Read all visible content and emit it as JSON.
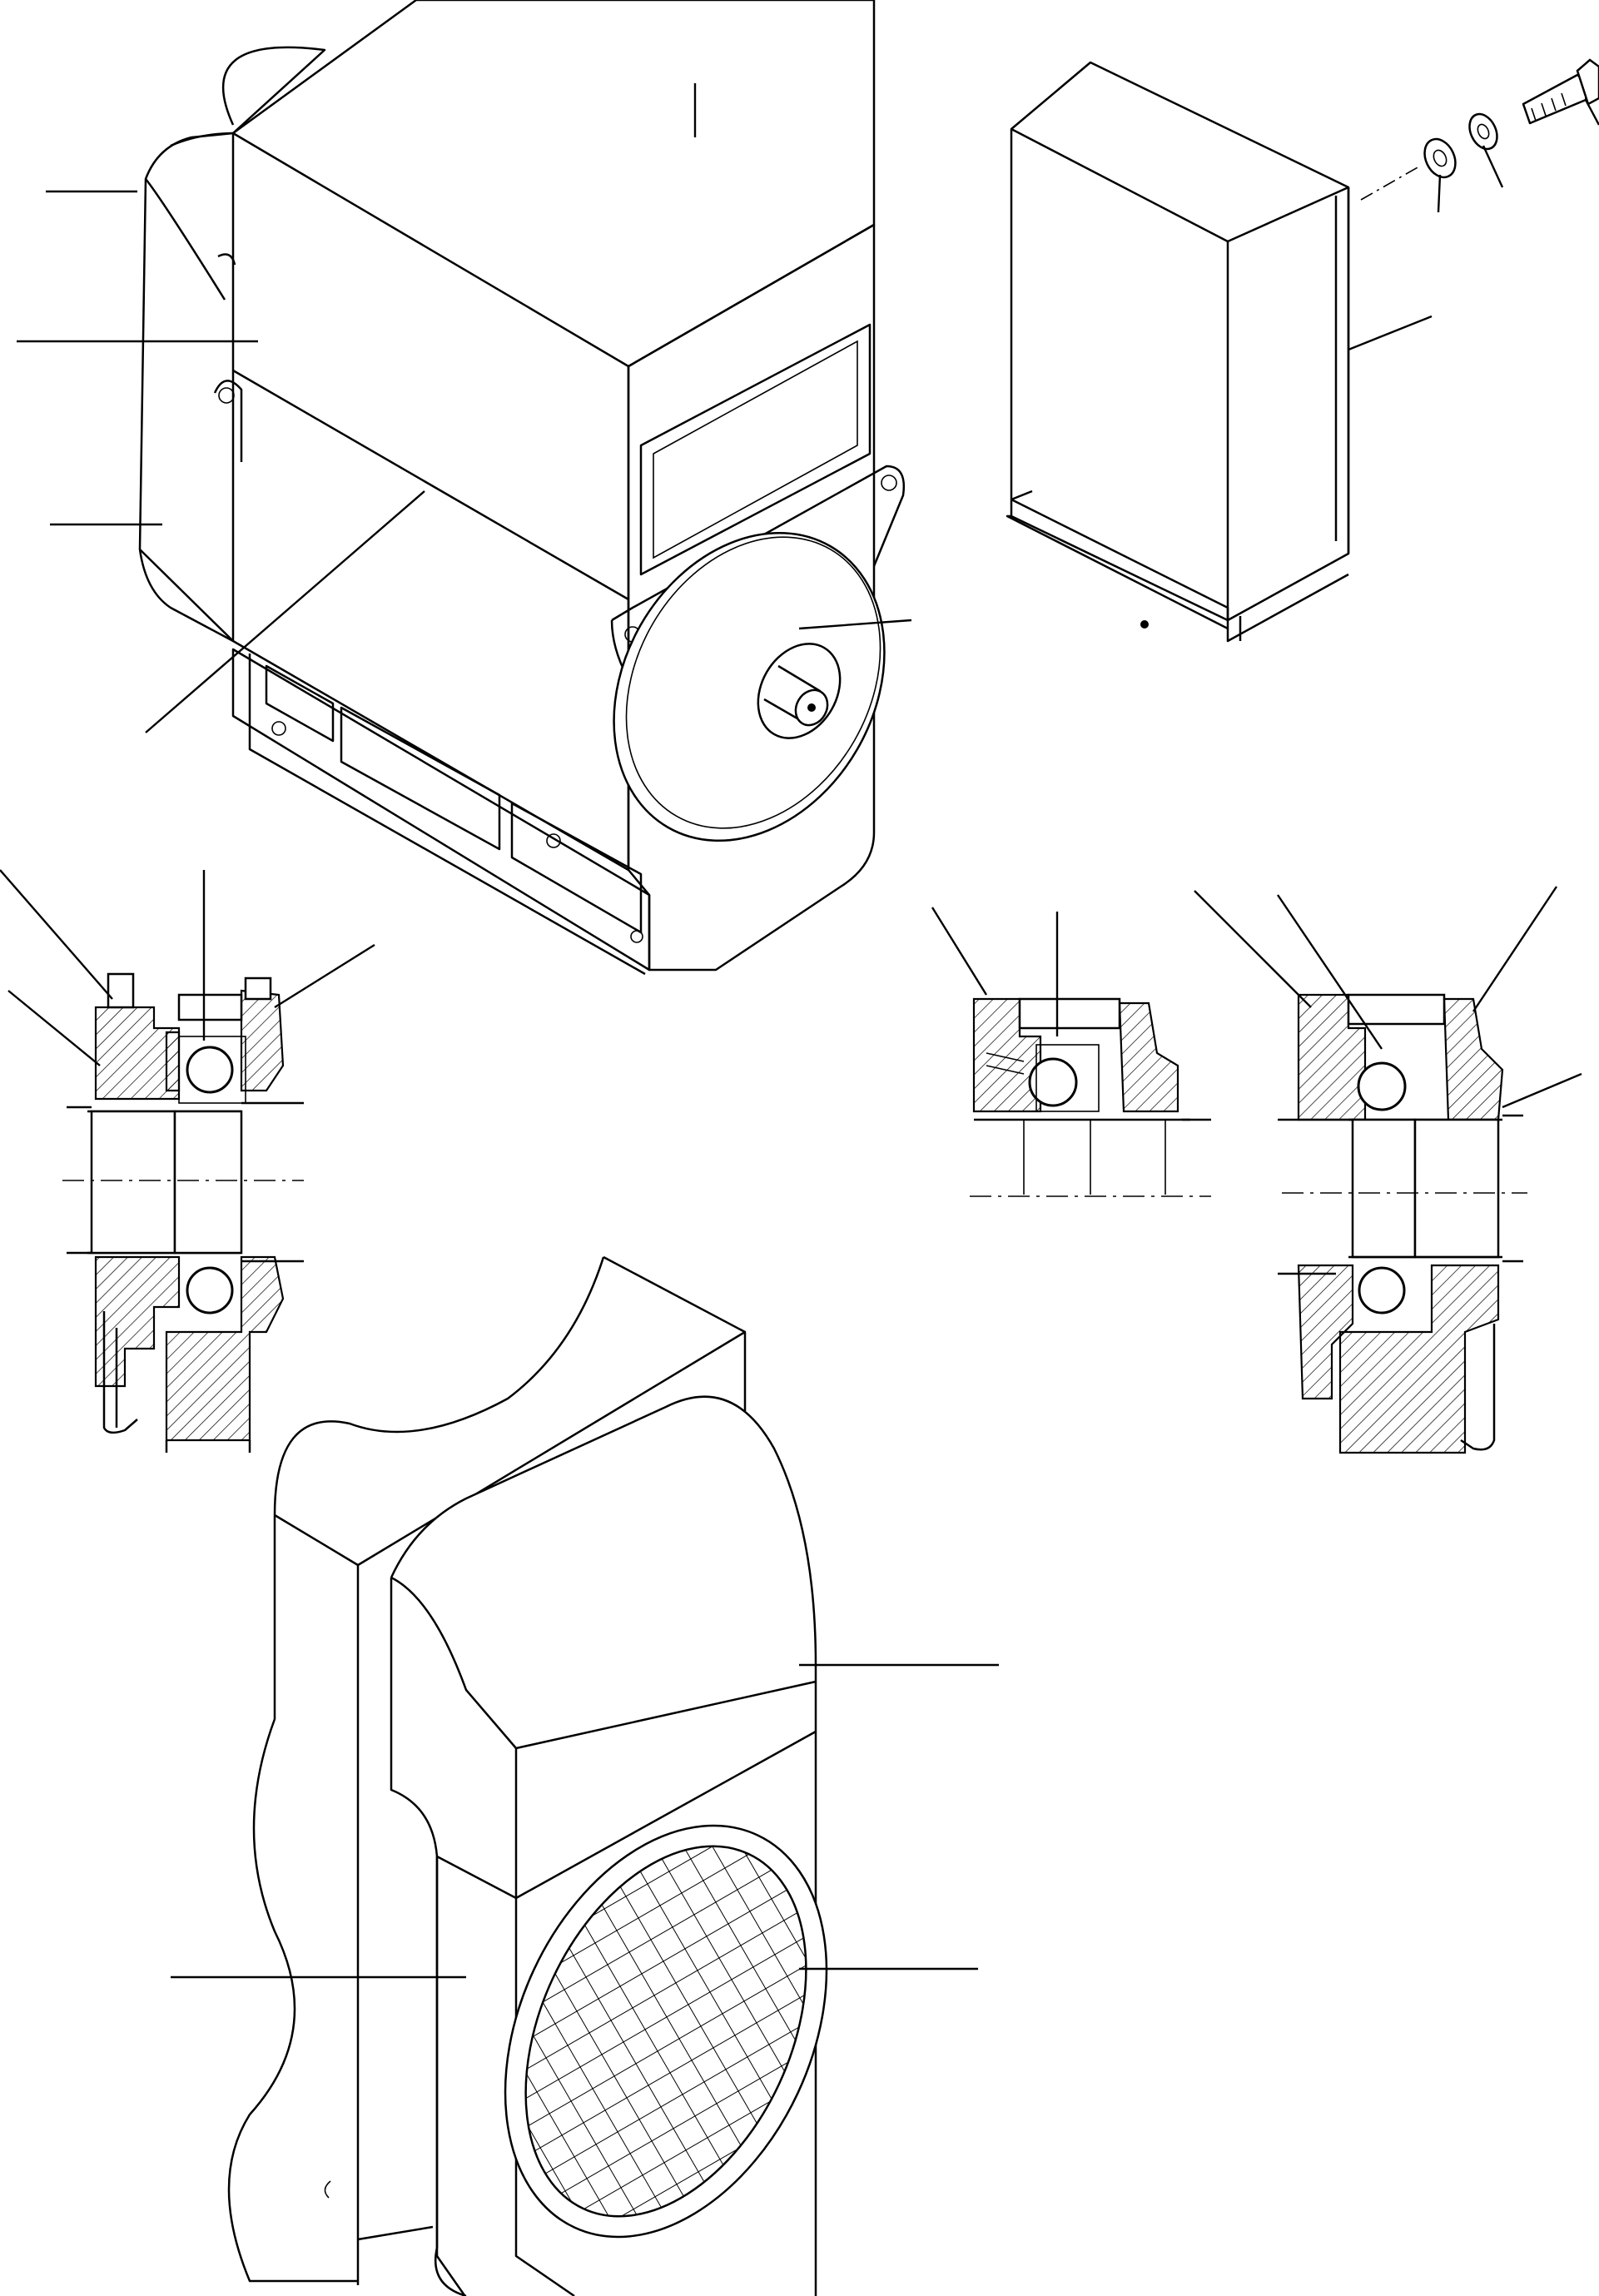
{
  "figure": {
    "title": "",
    "views": [
      "motor-assembly",
      "terminal-box-cover",
      "bearing-section-left",
      "bearing-section-middle",
      "bearing-section-right",
      "fan-cover-screen"
    ]
  },
  "legend_colors": {
    "line": "#000000",
    "background": "#ffffff"
  }
}
